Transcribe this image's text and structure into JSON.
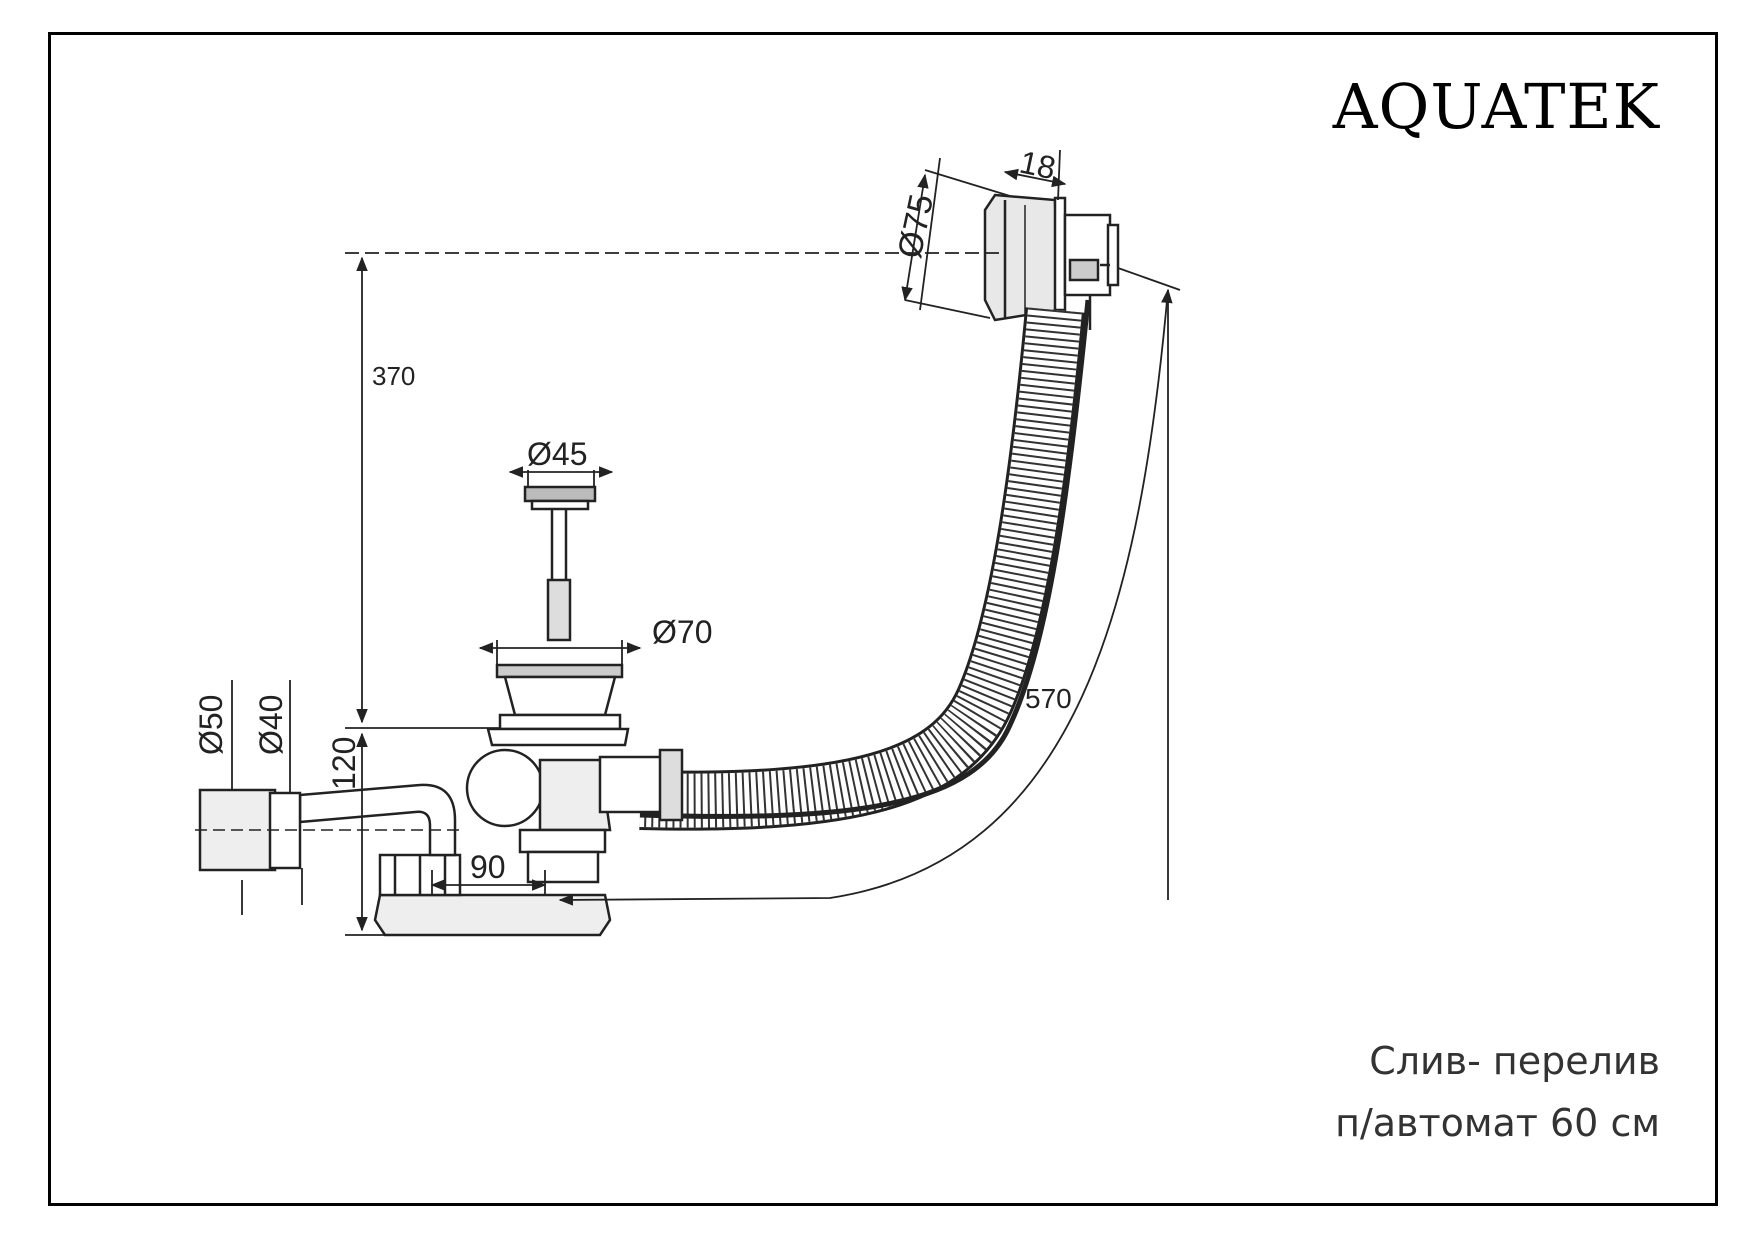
{
  "brand": "AQUATEK",
  "caption": {
    "line1": "Слив- перелив",
    "line2": "п/автомат 60 см"
  },
  "dimensions": {
    "overflow_width": "18",
    "overflow_diameter": "Ø75",
    "height_total": "370",
    "plug_diameter": "Ø45",
    "drain_diameter": "Ø70",
    "hose_length": "570",
    "outlet_outer_diameter": "Ø50",
    "outlet_inner_diameter": "Ø40",
    "trap_height": "120",
    "trap_offset": "90"
  },
  "colors": {
    "line": "#222222",
    "frame": "#000000"
  }
}
